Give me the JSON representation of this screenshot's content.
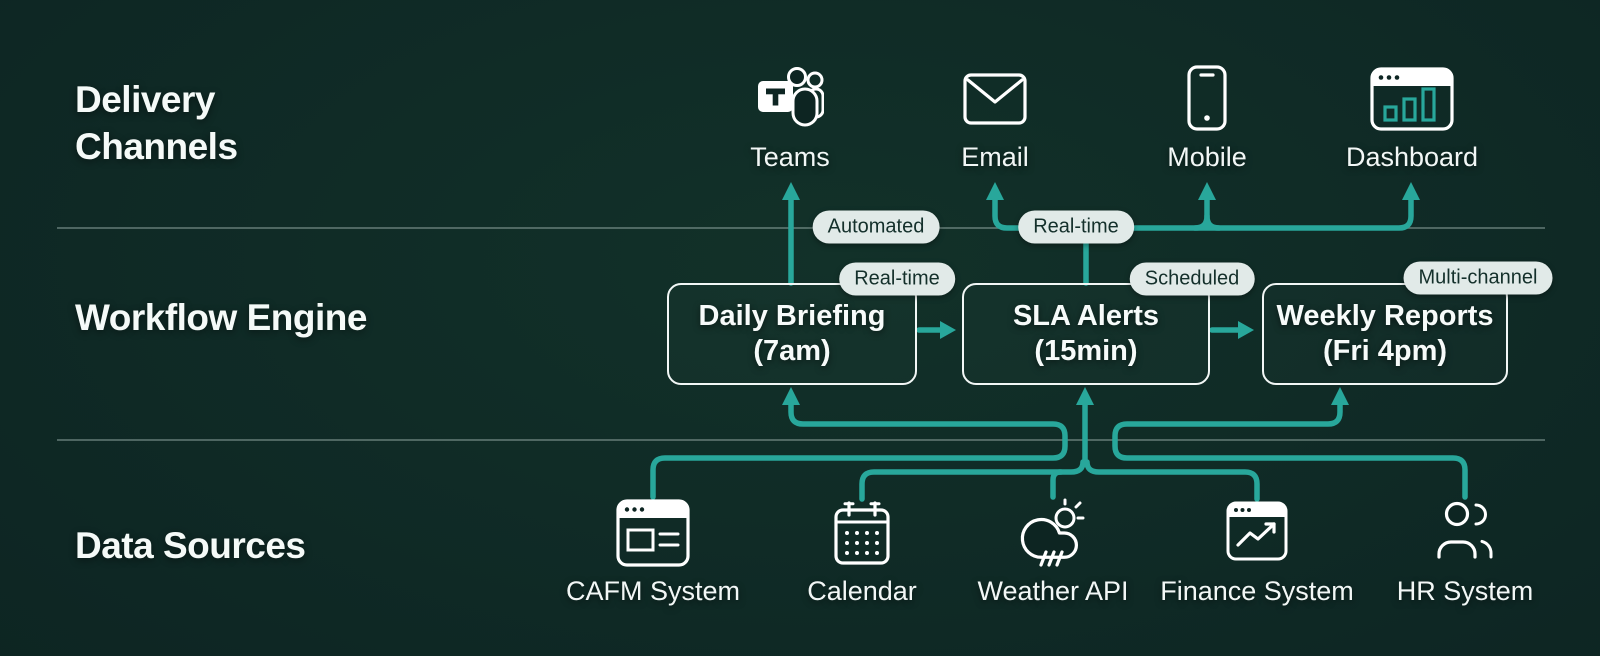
{
  "sections": {
    "delivery": "Delivery Channels",
    "workflow": "Workflow Engine",
    "sources": "Data Sources"
  },
  "delivery_channels": [
    {
      "label": "Teams",
      "icon": "teams-icon"
    },
    {
      "label": "Email",
      "icon": "email-icon"
    },
    {
      "label": "Mobile",
      "icon": "mobile-icon"
    },
    {
      "label": "Dashboard",
      "icon": "dashboard-icon"
    }
  ],
  "workflows": [
    {
      "title": "Daily Briefing",
      "subtitle": "(7am)",
      "badge": "Real-time"
    },
    {
      "title": "SLA Alerts",
      "subtitle": "(15min)",
      "badge": "Scheduled"
    },
    {
      "title": "Weekly Reports",
      "subtitle": "(Fri 4pm)",
      "badge": "Multi-channel"
    }
  ],
  "flow_badges": [
    {
      "label": "Automated"
    },
    {
      "label": "Real-time"
    }
  ],
  "data_sources": [
    {
      "label": "CAFM System",
      "icon": "cafm-system-icon"
    },
    {
      "label": "Calendar",
      "icon": "calendar-icon"
    },
    {
      "label": "Weather API",
      "icon": "weather-api-icon"
    },
    {
      "label": "Finance System",
      "icon": "finance-system-icon"
    },
    {
      "label": "HR System",
      "icon": "hr-system-icon"
    }
  ],
  "colors": {
    "background": "#0d2522",
    "accent_teal": "#28a79b",
    "badge_background": "#e1eae8",
    "badge_text": "#14302b",
    "box_border": "#f2f7f6",
    "icon_stroke": "#ffffff",
    "divider": "#b9cdc8"
  }
}
